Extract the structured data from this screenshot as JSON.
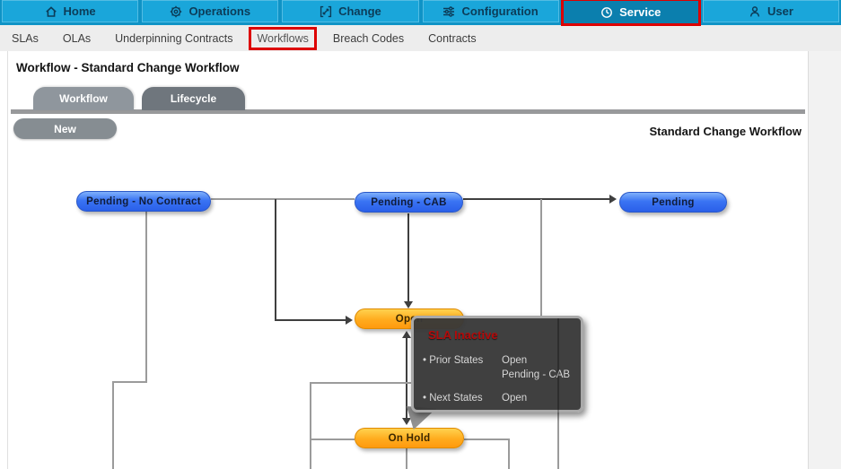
{
  "topnav": {
    "items": [
      {
        "label": "Home",
        "icon": "home-icon"
      },
      {
        "label": "Operations",
        "icon": "operations-icon"
      },
      {
        "label": "Change",
        "icon": "change-icon"
      },
      {
        "label": "Configuration",
        "icon": "configuration-icon"
      },
      {
        "label": "Service",
        "icon": "service-icon",
        "active": true,
        "highlighted": true
      },
      {
        "label": "User",
        "icon": "user-icon"
      }
    ]
  },
  "subnav": {
    "items": [
      {
        "label": "SLAs"
      },
      {
        "label": "OLAs"
      },
      {
        "label": "Underpinning Contracts"
      },
      {
        "label": "Workflows",
        "highlighted": true
      },
      {
        "label": "Breach Codes"
      },
      {
        "label": "Contracts"
      }
    ]
  },
  "page": {
    "title": "Workflow - Standard Change Workflow",
    "workflow_name": "Standard Change Workflow"
  },
  "tabs": [
    {
      "label": "Workflow",
      "active": true
    },
    {
      "label": "Lifecycle",
      "active": false
    }
  ],
  "toolbar": {
    "new_label": "New"
  },
  "diagram": {
    "nodes": [
      {
        "label": "Pending - No Contract",
        "type": "blue"
      },
      {
        "label": "Pending - CAB",
        "type": "blue"
      },
      {
        "label": "Pending",
        "type": "blue"
      },
      {
        "label": "Open",
        "type": "orange"
      },
      {
        "label": "On Hold",
        "type": "orange"
      }
    ]
  },
  "tooltip": {
    "title": "SLA Inactive",
    "rows": [
      {
        "label": "• Prior States",
        "values": [
          "Open",
          "Pending - CAB"
        ]
      },
      {
        "label": "• Next States",
        "values": [
          "Open"
        ]
      }
    ]
  },
  "colors": {
    "nav_bar": "#0f93c6",
    "nav_button": "#1aa6da",
    "nav_active": "#0b7fae",
    "highlight_red": "#dd0000",
    "subnav_bg": "#ededed",
    "tab_active": "#8f969d",
    "tab_inactive": "#6f767d",
    "node_blue": "#2e66f0",
    "node_orange": "#ff9e12",
    "tooltip_bg": "#383838",
    "tooltip_title": "#b40a0a"
  }
}
